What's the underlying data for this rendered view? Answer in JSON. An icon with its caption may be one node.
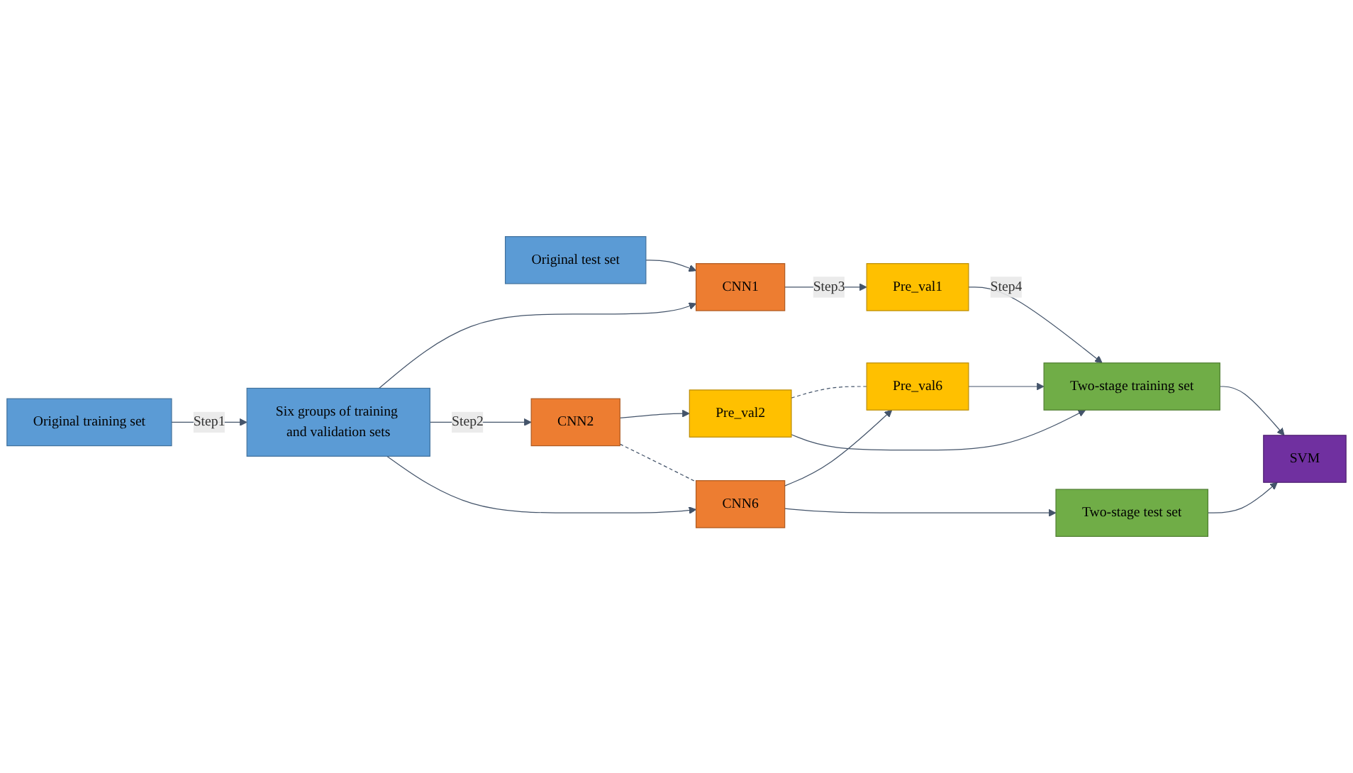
{
  "diagram": {
    "nodes": [
      {
        "text": [
          "Original test set"
        ]
      },
      {
        "text": [
          "Original training set"
        ]
      },
      {
        "text": [
          "Six groups of training and validation sets"
        ]
      },
      {
        "text": [
          "CNN1"
        ]
      },
      {
        "text": [
          "CNN2"
        ]
      },
      {
        "text": [
          "CNN6"
        ]
      },
      {
        "text": [
          "Pre_val1"
        ]
      },
      {
        "text": [
          "Pre_val2"
        ]
      },
      {
        "text": [
          "Pre_val6"
        ]
      },
      {
        "text": [
          "Two-stage training set"
        ]
      },
      {
        "text": [
          "SVM"
        ]
      },
      {
        "text": [
          "Two-stage test set"
        ]
      }
    ],
    "edges": [
      {
        "from": 1,
        "to": 2,
        "arrow": "to",
        "label": "Step1"
      },
      {
        "from": 2,
        "to": 3,
        "arrow": "to"
      },
      {
        "from": 2,
        "to": 4,
        "arrow": "to",
        "label": "Step2"
      },
      {
        "from": 2,
        "to": 5,
        "arrow": "to"
      },
      {
        "from": 0,
        "to": 3,
        "arrow": "to"
      },
      {
        "from": 3,
        "to": 6,
        "arrow": "to",
        "label": "Step3"
      },
      {
        "from": 4,
        "to": 7,
        "arrow": "to"
      },
      {
        "from": 5,
        "to": 8,
        "arrow": "to"
      },
      {
        "from": 4,
        "to": 5,
        "arrow": "none",
        "style": "dashed"
      },
      {
        "from": 7,
        "to": 8,
        "arrow": "none",
        "style": "dashed"
      },
      {
        "from": 6,
        "to": 9,
        "arrow": "to",
        "label": "Step4"
      },
      {
        "from": 7,
        "to": 9,
        "arrow": "to"
      },
      {
        "from": 8,
        "to": 9,
        "arrow": "to"
      },
      {
        "from": 9,
        "to": 10,
        "arrow": "to"
      },
      {
        "from": 5,
        "to": 11,
        "arrow": "to"
      },
      {
        "from": 11,
        "to": 10,
        "arrow": "to"
      }
    ]
  }
}
